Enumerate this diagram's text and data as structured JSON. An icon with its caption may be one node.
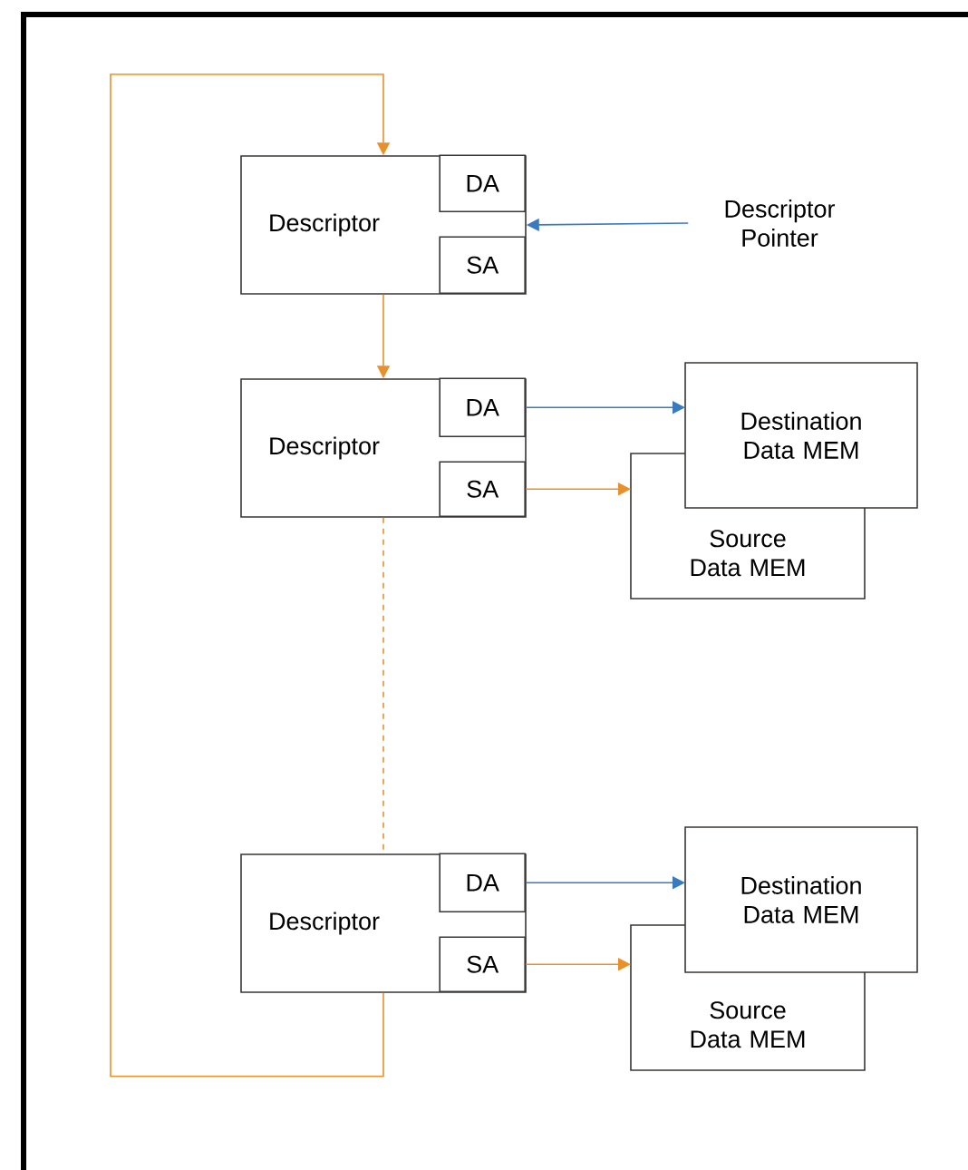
{
  "diagram": {
    "nodes": [
      {
        "text": [
          "Descriptor"
        ]
      },
      {
        "text": [
          "DA"
        ],
        "in": 0
      },
      {
        "text": [
          "SA"
        ],
        "in": 0
      },
      {
        "text": [
          "Descriptor"
        ]
      },
      {
        "text": [
          "DA"
        ],
        "in": 3
      },
      {
        "text": [
          "SA"
        ],
        "in": 3
      },
      {
        "text": [
          "Source Data MEM"
        ]
      },
      {
        "text": [
          "Destination Data MEM"
        ]
      },
      {
        "text": [
          "Descriptor"
        ]
      },
      {
        "text": [
          "DA"
        ],
        "in": 8
      },
      {
        "text": [
          "SA"
        ],
        "in": 8
      },
      {
        "text": [
          "Source Data MEM"
        ]
      },
      {
        "text": [
          "Destination Data MEM"
        ]
      },
      {
        "text": [
          "Descriptor Pointer"
        ]
      }
    ],
    "edges": [
      {
        "from": 13,
        "to": 0,
        "arrow": "to",
        "color": "#3a7bbf"
      },
      {
        "from": 0,
        "to": 3,
        "arrow": "to"
      },
      {
        "from": 3,
        "to": 8,
        "arrow": "none",
        "style": "dashed"
      },
      {
        "from": 4,
        "to": 7,
        "arrow": "to",
        "color": "#3a7bbf"
      },
      {
        "from": 5,
        "to": 6,
        "arrow": "to"
      },
      {
        "from": 9,
        "to": 12,
        "arrow": "to",
        "color": "#3a7bbf"
      },
      {
        "from": 10,
        "to": 11,
        "arrow": "to"
      },
      {
        "from": 8,
        "to": 0,
        "arrow": "to"
      }
    ]
  }
}
